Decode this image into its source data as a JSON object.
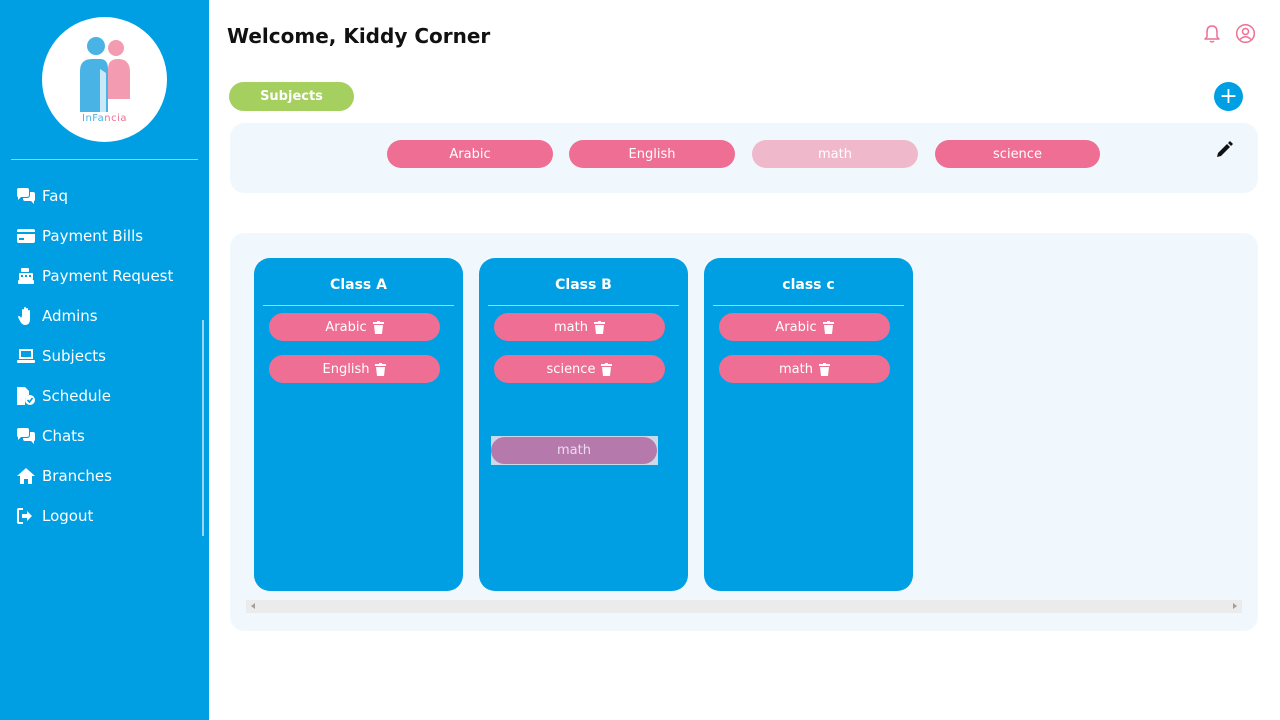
{
  "colors": {
    "sidebar": "#009fe3",
    "accent_green": "#a5cf5f",
    "chip_pink": "#ee6f93",
    "chip_faded": "#f0b8cb",
    "panel": "#f1f8fd"
  },
  "logo": {
    "part1": "InFa",
    "part2": "ncia"
  },
  "sidebar": {
    "items": [
      {
        "label": "Faq",
        "icon": "chat-bubbles-icon"
      },
      {
        "label": "Payment Bills",
        "icon": "credit-card-icon"
      },
      {
        "label": "Payment Request",
        "icon": "cash-register-icon"
      },
      {
        "label": "Admins",
        "icon": "hand-icon"
      },
      {
        "label": "Subjects",
        "icon": "laptop-icon"
      },
      {
        "label": "Schedule",
        "icon": "file-check-icon"
      },
      {
        "label": "Chats",
        "icon": "chat-bubbles-icon"
      },
      {
        "label": "Branches",
        "icon": "home-icon"
      },
      {
        "label": "Logout",
        "icon": "logout-icon"
      }
    ]
  },
  "header": {
    "title": "Welcome, Kiddy Corner"
  },
  "tabs": {
    "subjects_label": "Subjects",
    "add_symbol": "+"
  },
  "subjects": [
    {
      "label": "Arabic",
      "faded": false
    },
    {
      "label": "English",
      "faded": false
    },
    {
      "label": "math",
      "faded": true
    },
    {
      "label": "science",
      "faded": false
    }
  ],
  "classes": [
    {
      "title": "Class A",
      "subjects": [
        "Arabic",
        "English"
      ]
    },
    {
      "title": "Class B",
      "subjects": [
        "math",
        "science"
      ]
    },
    {
      "title": "class c",
      "subjects": [
        "Arabic",
        "math"
      ]
    }
  ],
  "drag_ghost": {
    "label": "math"
  }
}
